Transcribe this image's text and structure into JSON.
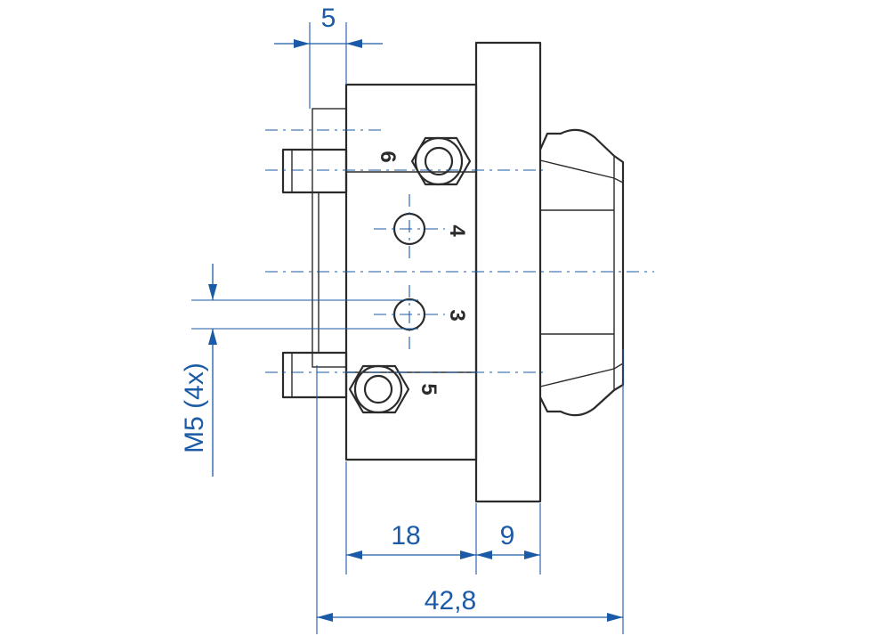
{
  "dimensions": {
    "top_width": "5",
    "block_depth": "18",
    "flange_thickness": "9",
    "overall_length": "42,8",
    "thread": "M5 (4x)"
  },
  "pins": [
    "6",
    "4",
    "3",
    "5"
  ],
  "colors": {
    "dimension": "#1b5aa6",
    "outline": "#2b2b2b"
  }
}
